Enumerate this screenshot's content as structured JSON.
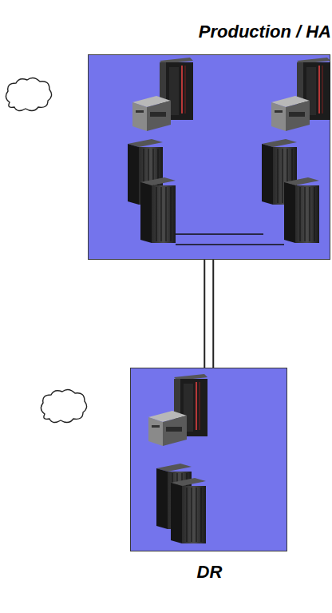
{
  "diagram": {
    "nodes": [
      {
        "text": [
          "Production / HA"
        ]
      },
      {
        "text": [
          "DR"
        ]
      }
    ],
    "edges": [
      {
        "from": 0,
        "to": 1,
        "arrow": "none"
      }
    ]
  }
}
